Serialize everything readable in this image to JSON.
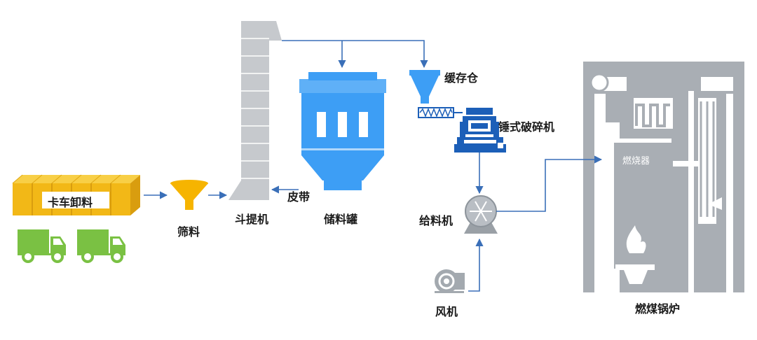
{
  "labels": {
    "truck_unload": "卡车卸料",
    "screening": "筛料",
    "bucket_elevator": "斗提机",
    "belt": "皮带",
    "storage_tank": "储料罐",
    "buffer_bin": "缓存仓",
    "hammer_crusher": "锤式破碎机",
    "feeder": "给料机",
    "fan": "风机",
    "burner": "燃烧器",
    "coal_boiler": "燃煤锅炉"
  },
  "colors": {
    "crate": "#f2b817",
    "truck": "#7ac143",
    "funnel": "#f6b400",
    "tank": "#3d9ef5",
    "crusher": "#1c5fb8",
    "boiler": "#a9aeb4",
    "elevator": "#c6c9cd",
    "arrow": "#3a6fb8"
  }
}
